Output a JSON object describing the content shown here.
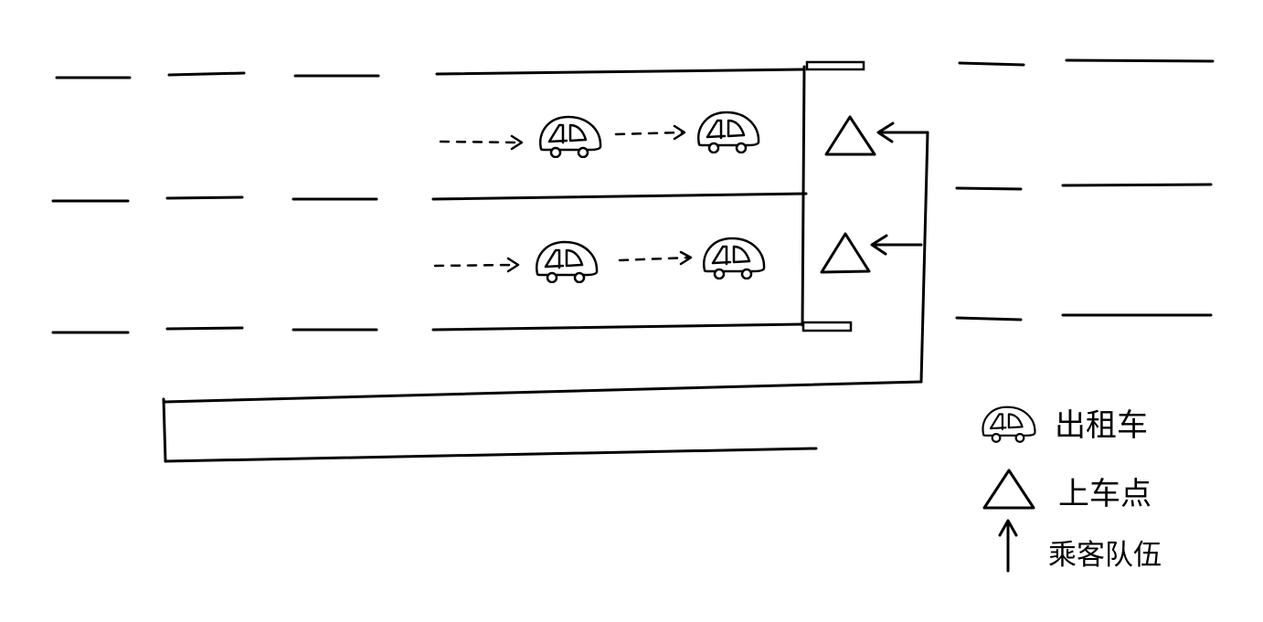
{
  "colors": {
    "ink": "#000000",
    "background": "#ffffff"
  },
  "legend": {
    "items": [
      {
        "icon": "taxi-icon",
        "label": "出租车"
      },
      {
        "icon": "triangle-icon",
        "label": "上车点"
      },
      {
        "icon": "up-arrow-icon",
        "label": "乘客队伍"
      }
    ]
  }
}
